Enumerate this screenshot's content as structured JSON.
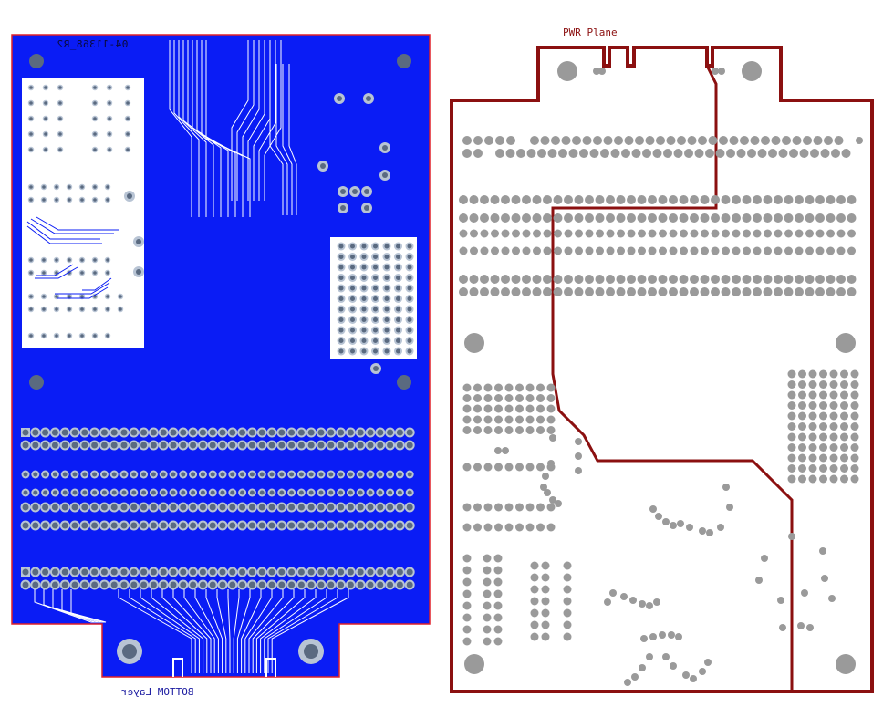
{
  "left_panel": {
    "board_id": "04-11368_R2",
    "layer_label": "BOTTOM Layer",
    "colors": {
      "copper": "#0a1cf5",
      "outline": "#e0202a",
      "silk": "#ffffff",
      "drill": "#5a6a80",
      "pad": "#b8c4d4"
    }
  },
  "right_panel": {
    "layer_label": "PWR Plane",
    "colors": {
      "outline": "#8b1010",
      "pad": "#9a9a9a",
      "background": "#ffffff"
    }
  }
}
